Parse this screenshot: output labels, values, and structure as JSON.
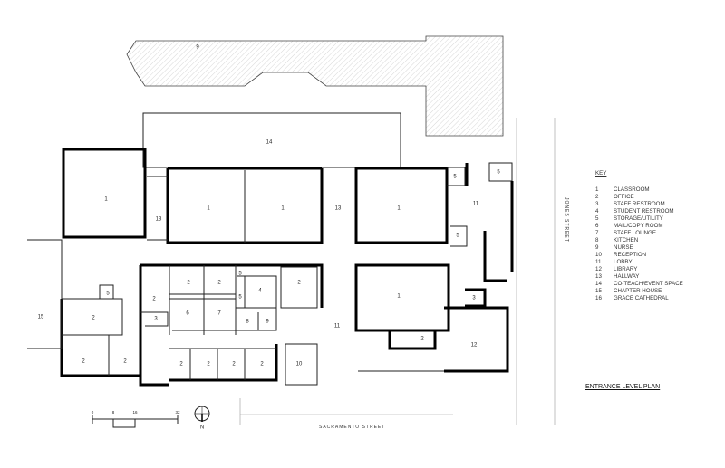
{
  "plan_title": "ENTRANCE LEVEL PLAN",
  "key": {
    "title": "KEY",
    "items": [
      {
        "num": "1",
        "label": "CLASSROOM"
      },
      {
        "num": "2",
        "label": "OFFICE"
      },
      {
        "num": "3",
        "label": "STAFF RESTROOM"
      },
      {
        "num": "4",
        "label": "STUDENT RESTROOM"
      },
      {
        "num": "5",
        "label": "STORAGE/UTILITY"
      },
      {
        "num": "6",
        "label": "MAIL/COPY ROOM"
      },
      {
        "num": "7",
        "label": "STAFF LOUNGE"
      },
      {
        "num": "8",
        "label": "KITCHEN"
      },
      {
        "num": "9",
        "label": "NURSE"
      },
      {
        "num": "10",
        "label": "RECEPTION"
      },
      {
        "num": "11",
        "label": "LOBBY"
      },
      {
        "num": "12",
        "label": "LIBRARY"
      },
      {
        "num": "13",
        "label": "HALLWAY"
      },
      {
        "num": "14",
        "label": "CO-TEACH/EVENT SPACE"
      },
      {
        "num": "15",
        "label": "CHAPTER HOUSE"
      },
      {
        "num": "16",
        "label": "GRACE CATHEDRAL"
      }
    ]
  },
  "streets": {
    "east": "JONES STREET",
    "south": "SACRAMENTO STREET"
  },
  "scale_bar": {
    "ticks": [
      "0",
      "8",
      "16",
      "32"
    ]
  },
  "north_label": "N",
  "room_labels": [
    "9",
    "14",
    "1",
    "13",
    "1",
    "1",
    "13",
    "1",
    "5",
    "5",
    "11",
    "5",
    "2",
    "2",
    "2",
    "5",
    "15",
    "2",
    "3",
    "2",
    "2",
    "5",
    "5",
    "4",
    "2",
    "6",
    "7",
    "8",
    "9",
    "2",
    "2",
    "2",
    "2",
    "10",
    "11",
    "1",
    "2",
    "3",
    "12"
  ]
}
